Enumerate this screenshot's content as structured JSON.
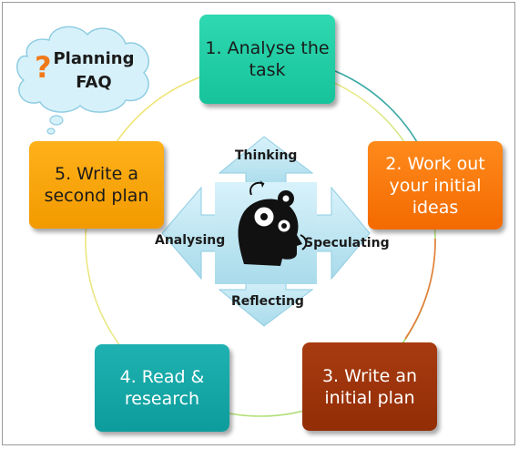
{
  "cloud": {
    "question_mark": "?",
    "label": "Planning\nFAQ"
  },
  "steps": [
    {
      "label": "1. Analyse the\ntask"
    },
    {
      "label": "2. Work out\nyour initial\nideas"
    },
    {
      "label": "3. Write an\ninitial plan"
    },
    {
      "label": "4. Read &\nresearch"
    },
    {
      "label": "5. Write a\nsecond plan"
    }
  ],
  "center": {
    "up": "Thinking",
    "left": "Analysing",
    "right": "Speculating",
    "down": "Reflecting"
  },
  "colors": {
    "step1": "#1ccfa6",
    "step2": "#f77a0c",
    "step3": "#9c330a",
    "step4": "#14a6a6",
    "step5": "#f6a510",
    "arrows": "#bfe6f1",
    "cloud": "#d7f1fb",
    "question_mark": "#f07a18"
  },
  "icons": {
    "center": "head-with-gears-icon",
    "cloud": "thought-cloud-icon"
  }
}
